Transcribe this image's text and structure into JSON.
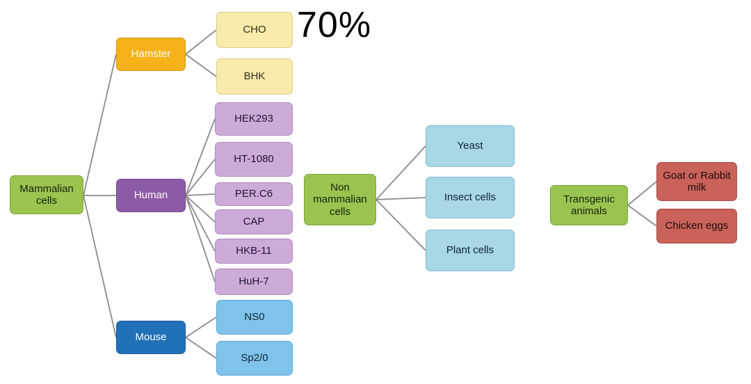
{
  "overlay": {
    "zoom_text": "70%"
  },
  "diagram": {
    "mammalian_tree": {
      "root": "Mammalian cells",
      "hamster": "Hamster",
      "cho": "CHO",
      "bhk": "BHK",
      "human": "Human",
      "hek293": "HEK293",
      "ht1080": "HT-1080",
      "perc6": "PER.C6",
      "cap": "CAP",
      "hkb11": "HKB-11",
      "huh7": "HuH-7",
      "mouse": "Mouse",
      "ns0": "NS0",
      "sp20": "Sp2/0"
    },
    "non_mammalian_tree": {
      "root": "Non mammalian cells",
      "yeast": "Yeast",
      "insect": "Insect cells",
      "plant": "Plant cells"
    },
    "transgenic_tree": {
      "root": "Transgenic animals",
      "goat": "Goat or Rabbit milk",
      "chicken": "Chicken eggs"
    }
  },
  "colors": {
    "category_green": "#9bc350",
    "hamster_orange": "#f7b219",
    "pale_yellow": "#f8eaaa",
    "human_purple": "#8d5ba6",
    "pale_purple": "#ccabd8",
    "mouse_blue": "#2171b8",
    "pale_blue": "#7fc3ea",
    "cyan_blue": "#a8d7e6",
    "transgenic_red": "#ca625a",
    "connector_gray": "#8a8a8a"
  }
}
